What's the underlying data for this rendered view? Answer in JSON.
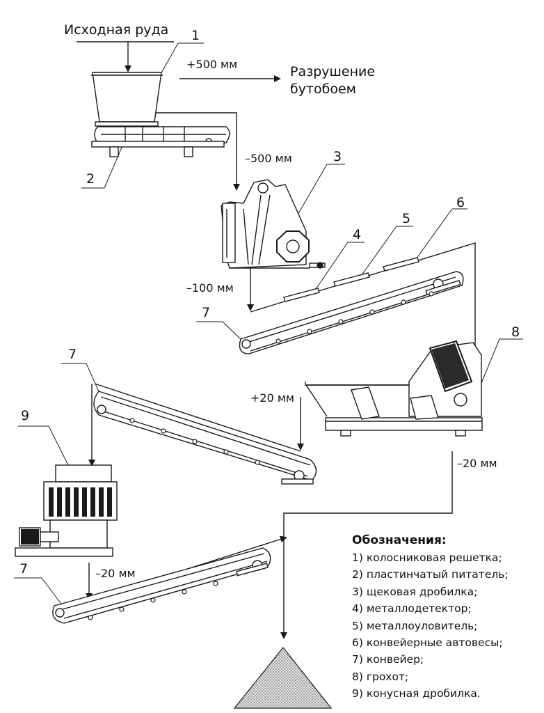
{
  "labels": {
    "source_ore": "Исходная руда",
    "destruction_line1": "Разрушение",
    "destruction_line2": "бутобоем",
    "plus_500": "+500 мм",
    "minus_500": "–500 мм",
    "minus_100": "–100 мм",
    "plus_20": "+20 мм",
    "minus_20_screen": "–20 мм",
    "minus_20_cone": "–20 мм"
  },
  "callouts": {
    "n1": "1",
    "n2": "2",
    "n3": "3",
    "n4": "4",
    "n5": "5",
    "n6": "6",
    "n7a": "7",
    "n7b": "7",
    "n7c": "7",
    "n8": "8",
    "n9": "9"
  },
  "legend": {
    "title": "Обозначения:",
    "items": [
      "1) колосниковая решетка;",
      "2) пластинчатый питатель;",
      "3) щековая дробилка;",
      "4) металлодетектор;",
      "5) металлоуловитель;",
      "6) конвейерные автовесы;",
      "7) конвейер;",
      "8) грохот;",
      "9) конусная дробилка."
    ]
  },
  "colors": {
    "line": "#1a1a1a",
    "fill_gray": "#bdbdbd",
    "pile": "#9a9a9a"
  }
}
